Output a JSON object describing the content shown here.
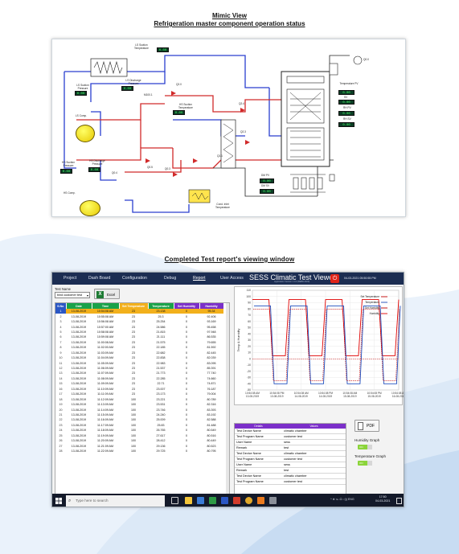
{
  "headings": {
    "mimic_title": "Mimic View",
    "mimic_subtitle": "Refrigeration master component operation status",
    "report_title": "Completed Test report's viewing window"
  },
  "mimic": {
    "labels": {
      "ls_suction_temp": "LS Suction Temperature",
      "ls_suction_pressure": "LS Suction Pressure",
      "ls_comp": "LS Comp.",
      "ls_discharge_pressure": "LS Discharge Pressure",
      "q2_0": "Q2.0",
      "m100": "M100.1",
      "hs_suction_temp": "HS Suction Temperature",
      "q2_4": "Q2.4",
      "q2_3": "Q2.3",
      "q0": "Q0.0",
      "temperature_pv": "Temperature PV",
      "sv": "SV",
      "rh_pv": "RH PV",
      "rh_sv": "RH SV",
      "q1_1": "Q1.1",
      "hs_suction_pressure": "HS Suction Pressure",
      "hs_discharge_pressure": "HS Discharge Pressure",
      "q0_4": "Q0.4",
      "q0_5": "Q0.5",
      "q0_3": "Q0.3",
      "hs_comp": "HS Comp.",
      "dm_pv": "DM PV",
      "dm_sv": "DM SV",
      "cond_inlet": "Cond. Inlet Temperature"
    },
    "readout_value": "0.00"
  },
  "app": {
    "nav": [
      "Project",
      "Dash Board",
      "Configuration",
      "Debug",
      "Report",
      "User Access"
    ],
    "active_nav": "Report",
    "title": "SESS Climatic Test Viewer",
    "version": "Application Version 1.0.2 (BEB6.2020)",
    "clock": "04-03-2021  05:50:55 PM",
    "test_name_label": "Test Name",
    "test_name_value": "bind customer test",
    "excel_label": "Excel",
    "table": {
      "columns": [
        "S.No",
        "Date",
        "Time",
        "Set Temperature",
        "Temperature",
        "Set Humidity",
        "Humidity"
      ],
      "header_colors": [
        "#2b57c4",
        "#1aa24a",
        "#1aa24a",
        "#f2b01c",
        "#1aa24a",
        "#7b2fc9",
        "#7b2fc9"
      ],
      "rows": [
        [
          "1",
          "13-08-2019",
          "10:54:08 AM",
          "23",
          "23.138",
          "0",
          "95.34"
        ],
        [
          "2",
          "13-08-2019",
          "10:55:08 AM",
          "23",
          "25.3",
          "0",
          "92.406"
        ],
        [
          "3",
          "13-08-2019",
          "10:56:08 AM",
          "23",
          "25.254",
          "0",
          "93.169"
        ],
        [
          "4",
          "13-08-2019",
          "10:57:00 AM",
          "23",
          "24.586",
          "0",
          "95.458"
        ],
        [
          "5",
          "13-08-2019",
          "10:58:08 AM",
          "23",
          "21.815",
          "0",
          "97.948"
        ],
        [
          "6",
          "13-08-2019",
          "10:59:08 AM",
          "23",
          "21.111",
          "0",
          "86.535"
        ],
        [
          "7",
          "13-08-2019",
          "11:00:08 AM",
          "23",
          "21.575",
          "0",
          "79.655"
        ],
        [
          "8",
          "13-08-2019",
          "11:02:00 AM",
          "23",
          "22.185",
          "0",
          "81.592"
        ],
        [
          "9",
          "13-08-2019",
          "11:03:09 AM",
          "23",
          "22.682",
          "0",
          "82.445"
        ],
        [
          "10",
          "13-08-2019",
          "11:04:09 AM",
          "23",
          "22.838",
          "0",
          "82.039"
        ],
        [
          "11",
          "13-08-2019",
          "11:05:09 AM",
          "23",
          "22.983",
          "0",
          "83.095"
        ],
        [
          "12",
          "13-08-2019",
          "11:06:09 AM",
          "23",
          "21.537",
          "0",
          "85.391"
        ],
        [
          "13",
          "13-08-2019",
          "11:07:09 AM",
          "23",
          "21.773",
          "0",
          "77.740"
        ],
        [
          "14",
          "13-08-2019",
          "11:08:09 AM",
          "23",
          "22.285",
          "0",
          "74.660"
        ],
        [
          "15",
          "13-08-2019",
          "11:09:09 AM",
          "23",
          "22.71",
          "0",
          "74.871"
        ],
        [
          "16",
          "13-08-2019",
          "11:10:09 AM",
          "23",
          "23.007",
          "0",
          "76.187"
        ],
        [
          "17",
          "13-08-2019",
          "11:11:09 AM",
          "23",
          "23.173",
          "0",
          "79.004"
        ],
        [
          "18",
          "13-08-2019",
          "11:12:09 AM",
          "100",
          "23.221",
          "0",
          "80.789"
        ],
        [
          "19",
          "13-08-2019",
          "11:13:09 AM",
          "100",
          "23.531",
          "0",
          "82.316"
        ],
        [
          "20",
          "13-08-2019",
          "11:14:09 AM",
          "100",
          "23.746",
          "0",
          "83.393"
        ],
        [
          "21",
          "13-08-2019",
          "11:15:09 AM",
          "100",
          "24.240",
          "0",
          "83.192"
        ],
        [
          "22",
          "13-08-2019",
          "11:16:09 AM",
          "100",
          "25.009",
          "0",
          "82.588"
        ],
        [
          "23",
          "13-08-2019",
          "11:17:09 AM",
          "100",
          "25.83",
          "0",
          "81.488"
        ],
        [
          "24",
          "13-08-2019",
          "11:18:09 AM",
          "100",
          "26.765",
          "0",
          "80.549"
        ],
        [
          "25",
          "13-08-2019",
          "11:19:09 AM",
          "100",
          "27.617",
          "0",
          "80.516"
        ],
        [
          "26",
          "13-08-2019",
          "11:20:09 AM",
          "100",
          "28.412",
          "0",
          "80.449"
        ],
        [
          "27",
          "13-08-2019",
          "11:21:09 AM",
          "100",
          "29.136",
          "0",
          "80.523"
        ],
        [
          "28",
          "13-08-2019",
          "11:22:09 AM",
          "100",
          "29.725",
          "0",
          "80.795"
        ]
      ]
    },
    "graph": {
      "ylabel": "Temp & Humidity",
      "yticks": [
        "110",
        "100",
        "90",
        "80",
        "70",
        "60",
        "50",
        "40",
        "30",
        "20",
        "10",
        "0",
        "-10",
        "-20",
        "-30",
        "-40",
        "-50"
      ],
      "xticks": [
        [
          "10:54:08 AM",
          "13-08-2019"
        ],
        [
          "10:54:08 PM",
          "13-08-2019"
        ],
        [
          "10:54:08 AM",
          "14-08-2019"
        ],
        [
          "10:54:08 PM",
          "14-08-2019"
        ],
        [
          "10:54:08 AM",
          "15-08-2019"
        ],
        [
          "10:54:08 PM",
          "15-08-2019"
        ],
        [
          "10:54:08 AM",
          "16-08-2019"
        ]
      ],
      "legend": [
        "Set Temperature",
        "Temperature",
        "Set Humidity",
        "Humidity"
      ],
      "legend_colors": [
        "#c00000",
        "#1f4fbf",
        "#c00000",
        "#e00000"
      ]
    },
    "details": {
      "headers": [
        "Details",
        "Values"
      ],
      "rows": [
        [
          "Test Device Name",
          "climatic chamber"
        ],
        [
          "Test Program Name",
          "customer test"
        ],
        [
          "User Name",
          "sess"
        ],
        [
          "Remark",
          "test"
        ],
        [
          "Test Device Name",
          "climatic chamber"
        ],
        [
          "Test Program Name",
          "customer test"
        ],
        [
          "User Name",
          "sess"
        ],
        [
          "Remark",
          "test"
        ],
        [
          "Test Device Name",
          "climatic chamber"
        ],
        [
          "Test Program Name",
          "customer test"
        ]
      ]
    },
    "pdf_label": "PDF",
    "humidity_graph_label": "Humidity Graph",
    "temperature_graph_label": "Temperature Graph",
    "toggle_text": "ON"
  },
  "taskbar": {
    "search_placeholder": "Type here to search",
    "tray_text": "^ ⊕ ℡ ☊ ◁)) ENG",
    "time": "17:50",
    "date": "04-03-2021"
  }
}
